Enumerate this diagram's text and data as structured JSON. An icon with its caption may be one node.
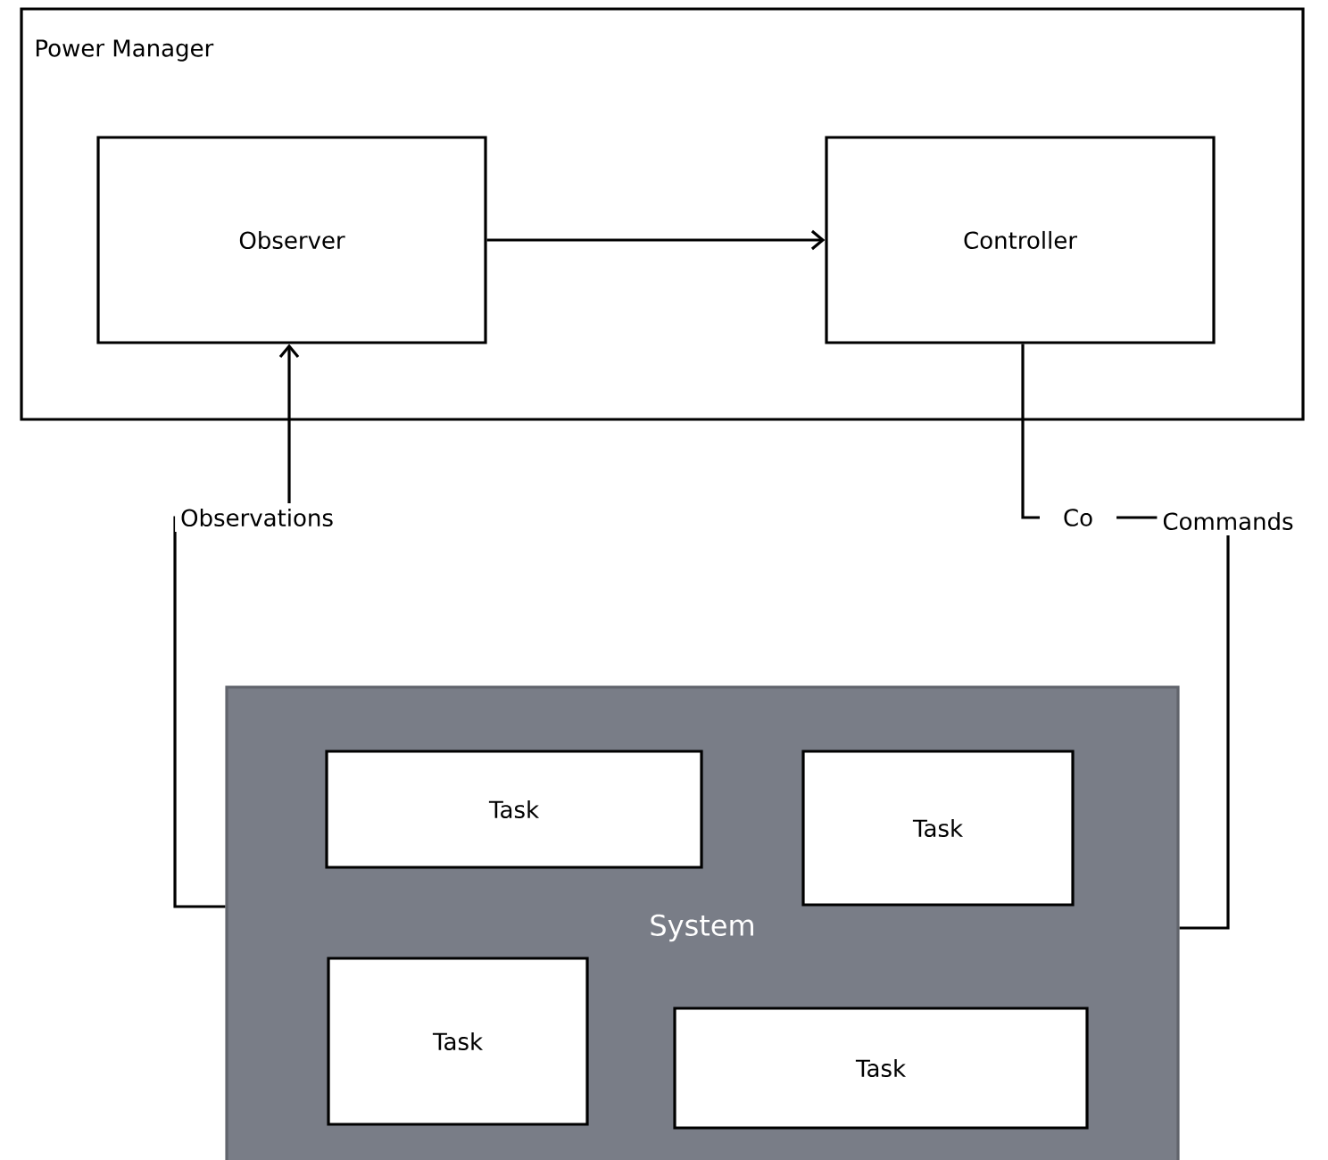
{
  "diagram": {
    "nodes": [
      {
        "text": [
          "Power Manager"
        ]
      },
      {
        "text": [
          "Observer"
        ],
        "in": 0
      },
      {
        "text": [
          "Controller"
        ],
        "in": 0
      },
      {
        "text": [
          "System"
        ]
      },
      {
        "text": [
          "Task"
        ],
        "in": 3
      },
      {
        "text": [
          "Task"
        ],
        "in": 3
      },
      {
        "text": [
          "Task"
        ],
        "in": 3
      },
      {
        "text": [
          "Task"
        ],
        "in": 3
      }
    ],
    "edges": [
      {
        "from": 1,
        "to": 2,
        "arrow": "to"
      },
      {
        "from": 3,
        "to": 1,
        "arrow": "to",
        "label": "Observations"
      },
      {
        "from": 2,
        "to": 3,
        "arrow": "none",
        "label": "Commands"
      }
    ],
    "labels": [
      "Co"
    ]
  }
}
